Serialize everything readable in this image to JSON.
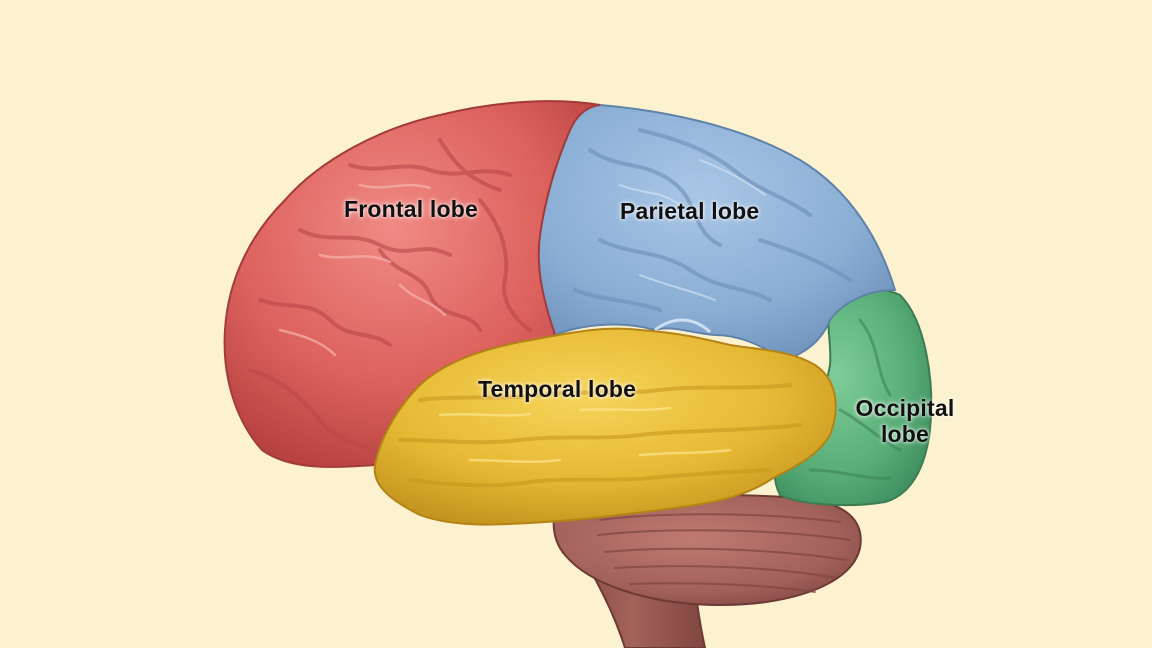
{
  "labels": {
    "frontal": "Frontal lobe",
    "parietal": "Parietal lobe",
    "temporal": "Temporal lobe",
    "occipital_line1": "Occipital",
    "occipital_line2": "lobe"
  },
  "colors": {
    "background": "#fdf2cf",
    "frontal": "#e06a66",
    "parietal": "#8fb2d6",
    "temporal": "#e8bd3a",
    "occipital": "#5fb57e",
    "cerebellum": "#a8625c",
    "brainstem": "#9a5a52"
  }
}
